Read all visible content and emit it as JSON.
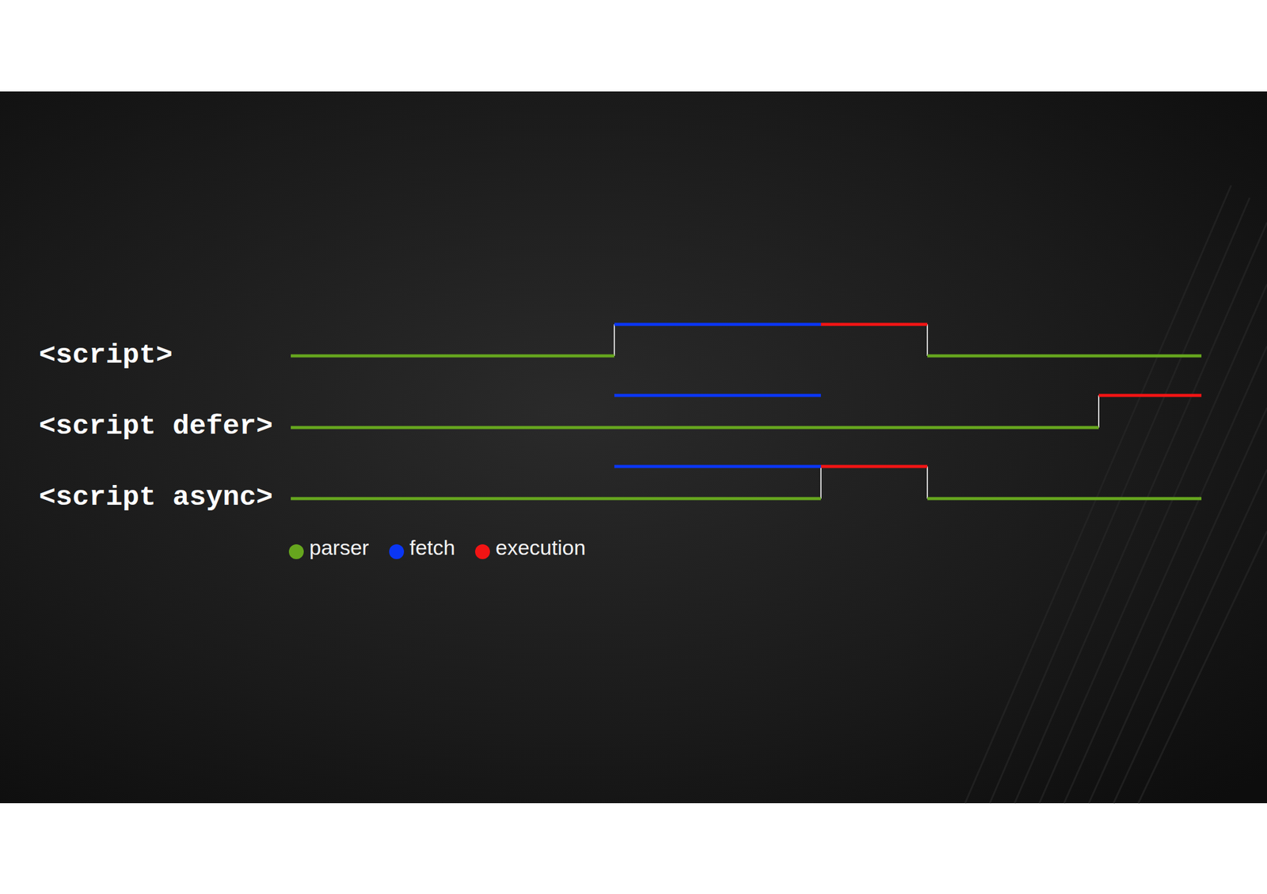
{
  "diagram": {
    "labels": [
      "<script>",
      "<script defer>",
      "<script async>"
    ],
    "legend": [
      {
        "text": "parser",
        "color": "#66a61e"
      },
      {
        "text": "fetch",
        "color": "#0a36f5"
      },
      {
        "text": "execution",
        "color": "#f21414"
      }
    ]
  }
}
